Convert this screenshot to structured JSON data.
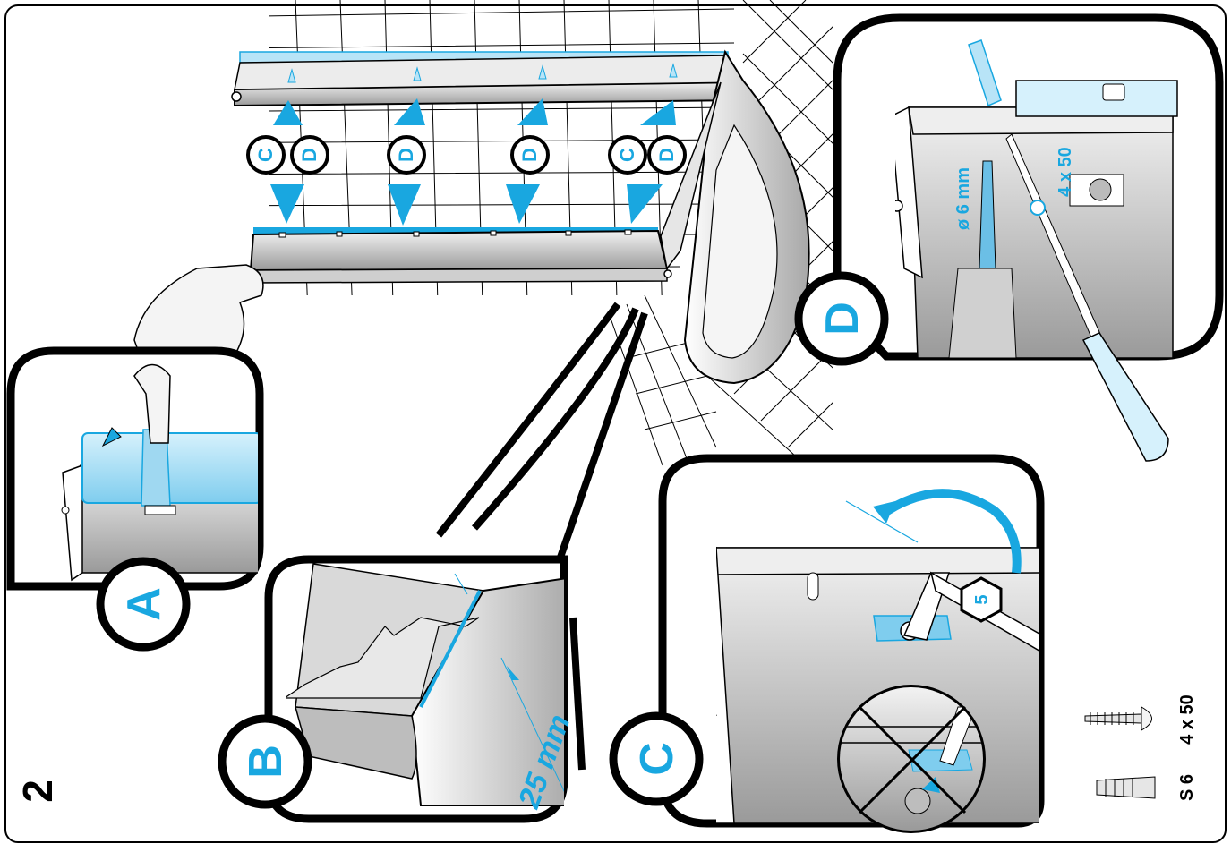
{
  "step_number": "2",
  "panels": {
    "a": {
      "label": "A"
    },
    "b": {
      "label": "B",
      "measurement": "25 mm"
    },
    "c": {
      "label": "C",
      "hex_key_size": "5"
    },
    "d": {
      "label": "D",
      "drill_size": "ø 6 mm",
      "screw_size": "4 x 50"
    }
  },
  "overview_markers": [
    {
      "labels": [
        "C",
        "D"
      ]
    },
    {
      "labels": [
        "D"
      ]
    },
    {
      "labels": [
        "D"
      ]
    },
    {
      "labels": [
        "C",
        "D"
      ]
    }
  ],
  "parts": [
    {
      "label": "4 x 50",
      "icon": "screw-icon"
    },
    {
      "label": "S 6",
      "icon": "wall-plug-icon"
    }
  ],
  "colors": {
    "accent": "#19a7e0",
    "light_accent": "#b8e4f7",
    "outline": "#000000",
    "metal": "#d9d9d9"
  }
}
